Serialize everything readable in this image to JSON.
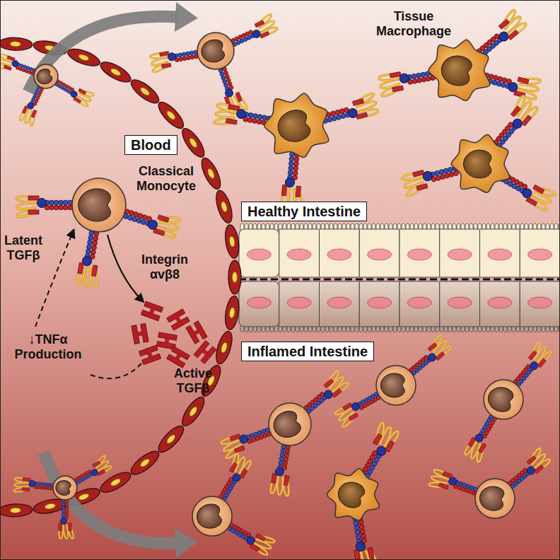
{
  "diagram": {
    "nodes": [
      {
        "text": [
          "Blood"
        ]
      },
      {
        "text": [
          "Healthy Intestine"
        ]
      },
      {
        "text": [
          "Inflamed Intestine"
        ]
      }
    ],
    "labels": [
      "Tissue Macrophage",
      "Classical Monocyte",
      "Latent TGFβ",
      "Integrin αvβ8",
      "Active TGFβ",
      "↓TNFα Production"
    ]
  }
}
